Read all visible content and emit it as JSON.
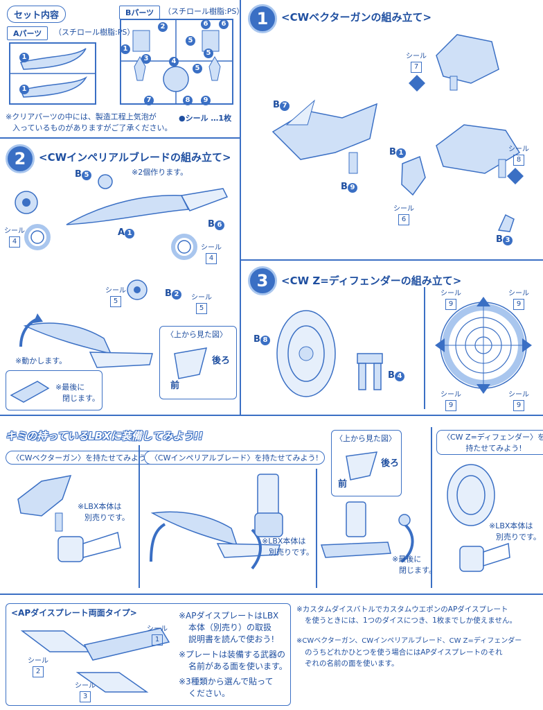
{
  "set": {
    "title": "セット内容",
    "a_label": "Aパーツ",
    "a_material": "（スチロール樹脂:PS）",
    "b_label": "Bパーツ",
    "b_material": "（スチロール樹脂:PS）",
    "note_line1": "※クリアパーツの中には、製造工程上気泡が",
    "note_line2": "入っているものがありますがご了承ください。",
    "seal_count": "●シール …1枚",
    "a_runner_numbers": [
      "1",
      "1"
    ],
    "b_runner_numbers": [
      "1",
      "2",
      "3",
      "4",
      "5",
      "6",
      "6",
      "5",
      "5",
      "7",
      "8",
      "9"
    ]
  },
  "step1": {
    "num": "1",
    "title": "<CWベクターガンの組み立て>",
    "labels": {
      "b7": "B",
      "b7n": "7",
      "b9": "B",
      "b9n": "9",
      "b1": "B",
      "b1n": "1",
      "b3": "B",
      "b3n": "3"
    },
    "seals": [
      {
        "label": "シール",
        "num": "7"
      },
      {
        "label": "シール",
        "num": "8"
      },
      {
        "label": "シール",
        "num": "6"
      }
    ]
  },
  "step2": {
    "num": "2",
    "title": "<CWインペリアルブレードの組み立て>",
    "make_two": "※2個作ります。",
    "labels": {
      "b5": "B",
      "b5n": "5",
      "a1": "A",
      "a1n": "1",
      "b6": "B",
      "b6n": "6",
      "b2": "B",
      "b2n": "2"
    },
    "seals": [
      {
        "label": "シール",
        "num": "4"
      },
      {
        "label": "シール",
        "num": "4"
      },
      {
        "label": "シール",
        "num": "5"
      },
      {
        "label": "シール",
        "num": "5"
      }
    ],
    "moves": "※動かします。",
    "top_view": "〈上から見た図〉",
    "back": "後ろ",
    "front": "前",
    "close_last1": "※最後に",
    "close_last2": "閉じます。"
  },
  "step3": {
    "num": "3",
    "title": "<CW Z=ディフェンダーの組み立て>",
    "labels": {
      "b8": "B",
      "b8n": "8",
      "b4": "B",
      "b4n": "4"
    },
    "seals": [
      {
        "label": "シール",
        "num": "9"
      },
      {
        "label": "シール",
        "num": "9"
      },
      {
        "label": "シール",
        "num": "9"
      },
      {
        "label": "シール",
        "num": "9"
      }
    ]
  },
  "equip": {
    "banner": "キミの持っているLBXに装備してみよう!!",
    "vector_pill": "〈CWベクターガン〉を持たせてみよう!",
    "blade_pill": "〈CWインペリアルブレード〉を持たせてみよう!",
    "defender_pill_line1": "〈CW Z=ディフェンダー〉を",
    "defender_pill_line2": "持たせてみよう!",
    "sold_sep_line1": "※LBX本体は",
    "sold_sep_line2": "別売りです。",
    "top_view": "〈上から見た図〉",
    "back": "後ろ",
    "front": "前",
    "close_last1": "※最後に",
    "close_last2": "閉じます。"
  },
  "ap": {
    "title": "<APダイスプレート両面タイプ>",
    "seals": [
      {
        "label": "シール",
        "num": "1"
      },
      {
        "label": "シール",
        "num": "2"
      },
      {
        "label": "シール",
        "num": "3"
      }
    ],
    "note1_line1": "※APダイスプレートはLBX",
    "note1_line2": "本体（別売り）の取扱",
    "note1_line3": "説明書を読んで使おう!",
    "note2_line1": "※プレートは装備する武器の",
    "note2_line2": "名前がある面を使います。",
    "note3_line1": "※3種類から選んで貼って",
    "note3_line2": "ください。",
    "right1_line1": "※カスタムダイスバトルでカスタムウエポンのAPダイスプレート",
    "right1_line2": "を使うときには、1つのダイスにつき、1枚までしか使えません。",
    "right2_line1": "※CWベクターガン、CWインペリアルブレード、CW Z=ディフェンダー",
    "right2_line2": "のうちどれかひとつを使う場合にはAPダイスプレートのそれ",
    "right2_line3": "ぞれの名前の面を使います。"
  },
  "colors": {
    "accent": "#3a6fc4",
    "light": "#a9c6ee"
  }
}
